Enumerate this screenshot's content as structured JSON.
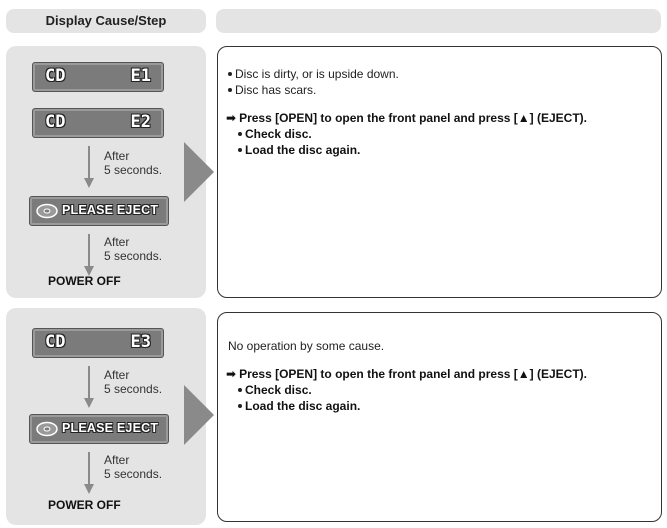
{
  "header": {
    "left_title": "Display Cause/Step",
    "right_title": ""
  },
  "section1": {
    "lcd1": {
      "cd": "CD",
      "code": "E1"
    },
    "lcd2": {
      "cd": "CD",
      "code": "E2"
    },
    "step1": "After\n5 seconds.",
    "eject_label": "PLEASE EJECT",
    "step2": "After\n5 seconds.",
    "power_off": "POWER OFF",
    "causes": [
      "Disc is dirty, or is upside down.",
      "Disc has scars."
    ],
    "action": "Press [OPEN] to open the front panel and press [▲] (EJECT).",
    "subactions": [
      "Check disc.",
      "Load the disc again."
    ]
  },
  "section2": {
    "lcd1": {
      "cd": "CD",
      "code": "E3"
    },
    "step1": "After\n5 seconds.",
    "eject_label": "PLEASE EJECT",
    "step2": "After\n5 seconds.",
    "power_off": "POWER OFF",
    "cause": "No operation by some cause.",
    "action": "Press [OPEN] to open the front panel and press [▲] (EJECT).",
    "subactions": [
      "Check disc.",
      "Load the disc again."
    ]
  },
  "colors": {
    "panel_gray": "#e4e4e4",
    "lcd_gray": "#7b7b7b",
    "arrow_gray": "#8a8a8a",
    "border": "#333333"
  }
}
